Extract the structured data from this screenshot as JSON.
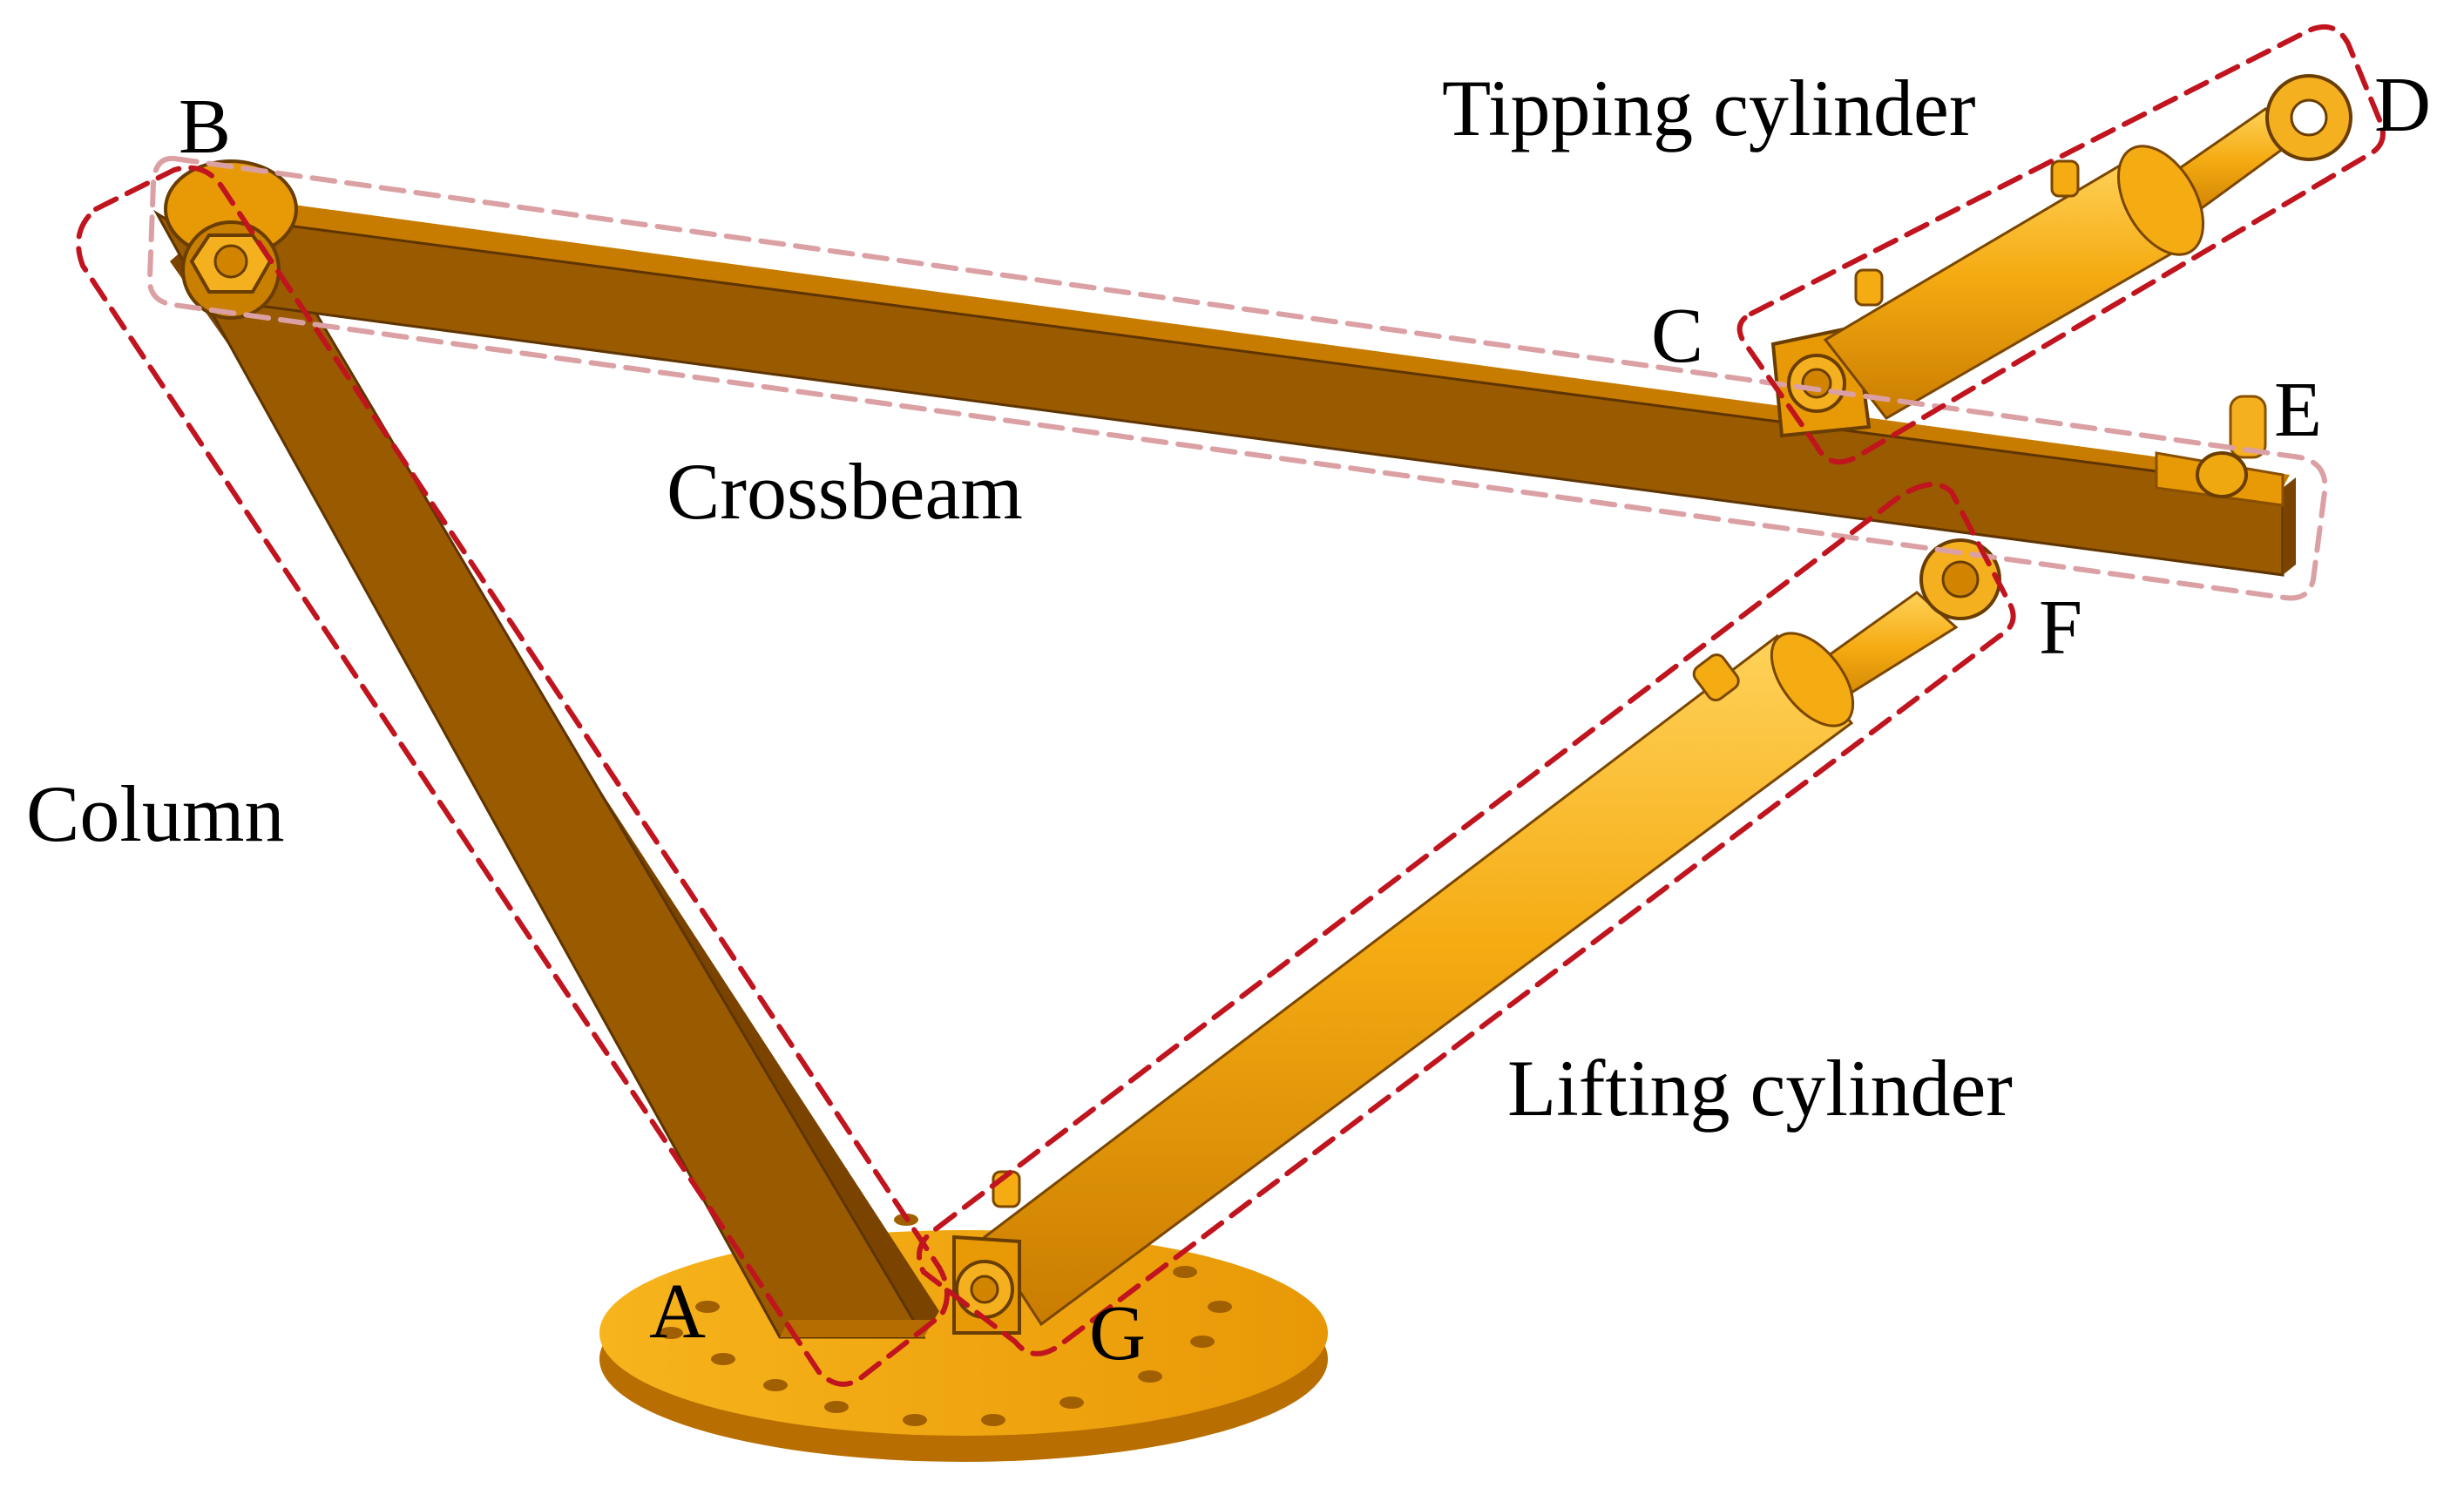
{
  "labels": {
    "tipping_cylinder": "Tipping cylinder",
    "crossbeam": "Crossbeam",
    "column": "Column",
    "lifting_cylinder": "Lifting cylinder"
  },
  "points": {
    "A": "A",
    "B": "B",
    "C": "C",
    "D": "D",
    "E": "E",
    "F": "F",
    "G": "G"
  },
  "colors": {
    "steel_dark": "#9a5a00",
    "steel_side": "#7a4400",
    "cylinder_light": "#f7b21a",
    "cylinder_mid": "#e89a06",
    "base_top": "#f2a80c",
    "dash_red": "#c0141e",
    "dash_pink": "#dba0a4"
  }
}
